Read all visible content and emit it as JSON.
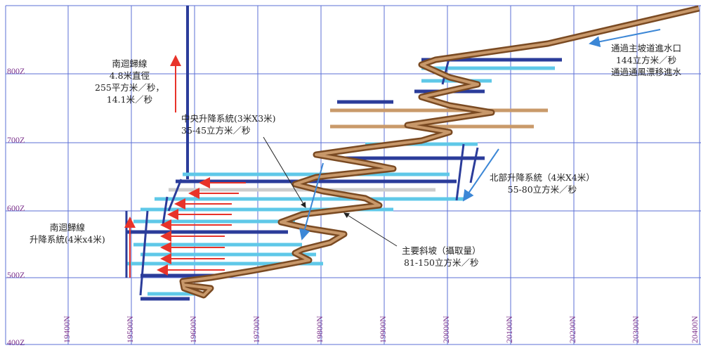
{
  "axes": {
    "y_labels": [
      "800Z",
      "700Z",
      "600Z",
      "500Z",
      "400Z"
    ],
    "x_labels": [
      "19400N",
      "19500N",
      "19600N",
      "19700N",
      "19800N",
      "19900N",
      "20000N",
      "20100N",
      "20200N",
      "20300N",
      "20400N"
    ]
  },
  "annotations": {
    "south_return_top": [
      "南迴歸線",
      "4.8米直徑",
      "255平方米／秒，",
      "14.1米／秒"
    ],
    "central_hoist": [
      "中央升降系統(3米X3米)",
      "35-45立方米／秒"
    ],
    "main_ramp_intake": [
      "通過主坡道進水口",
      "144立方米／秒",
      "通過通風漂移進水"
    ],
    "north_hoist": [
      "北部升降系統（4米X4米）",
      "55-80立方米／秒"
    ],
    "main_ramp": [
      "主要斜坡（攝取量）",
      "81-150立方米／秒"
    ],
    "south_return_hoist": [
      "南迴歸線",
      "升降系統(4米x4米)"
    ]
  },
  "colors": {
    "grid": "#5b6fd6",
    "axis_label": "#7a2f8a",
    "ramp": "#a8744a",
    "drift_light": "#5fc8e8",
    "drift_dark": "#2b3c9a",
    "flow_arrow": "#e8332a",
    "intake_arrow": "#3c87d6"
  }
}
